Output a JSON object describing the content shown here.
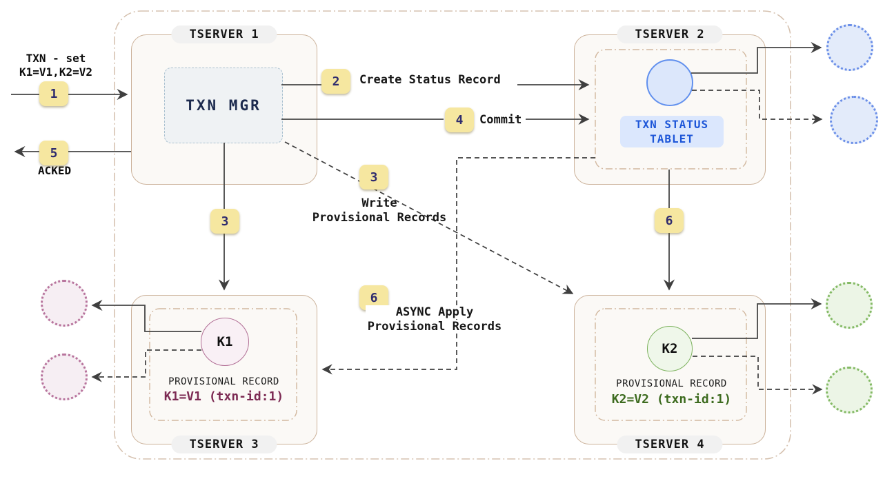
{
  "client": {
    "request_line1": "TXN - set",
    "request_line2": "K1=V1,K2=V2",
    "ack": "ACKED"
  },
  "badges": {
    "b1": "1",
    "b2": "2",
    "b3": "3",
    "b4": "4",
    "b5": "5",
    "b6": "6"
  },
  "edge_labels": {
    "create_status_record": "Create Status Record",
    "commit": "Commit",
    "write_provisional_line1": "Write",
    "write_provisional_line2": "Provisional Records",
    "async_apply_line1": "ASYNC Apply",
    "async_apply_line2": "Provisional Records"
  },
  "tserver1": {
    "title": "TSERVER 1",
    "txn_mgr_label": "TXN MGR"
  },
  "tserver2": {
    "title": "TSERVER 2",
    "tablet_label_line1": "TXN STATUS",
    "tablet_label_line2": "TABLET"
  },
  "tserver3": {
    "title": "TSERVER 3",
    "tablet_key": "K1",
    "record_title": "PROVISIONAL RECORD",
    "record_value": "K1=V1 (txn-id:1)"
  },
  "tserver4": {
    "title": "TSERVER 4",
    "tablet_key": "K2",
    "record_title": "PROVISIONAL RECORD",
    "record_value": "K2=V2 (txn-id:1)"
  },
  "colors": {
    "badge_bg": "#f6e7a0",
    "badge_text": "#2f2c6e",
    "tserver_border": "#cbb199",
    "container_border": "#d6c2b0",
    "txn_mgr_fill": "#eff2f4",
    "txn_mgr_border": "#a9c0cf",
    "blue_accent": "#6190ee",
    "blue_text": "#1d56d8",
    "maroon": "#7c2a53",
    "green": "#3d6b1f",
    "arrow": "#454545"
  }
}
